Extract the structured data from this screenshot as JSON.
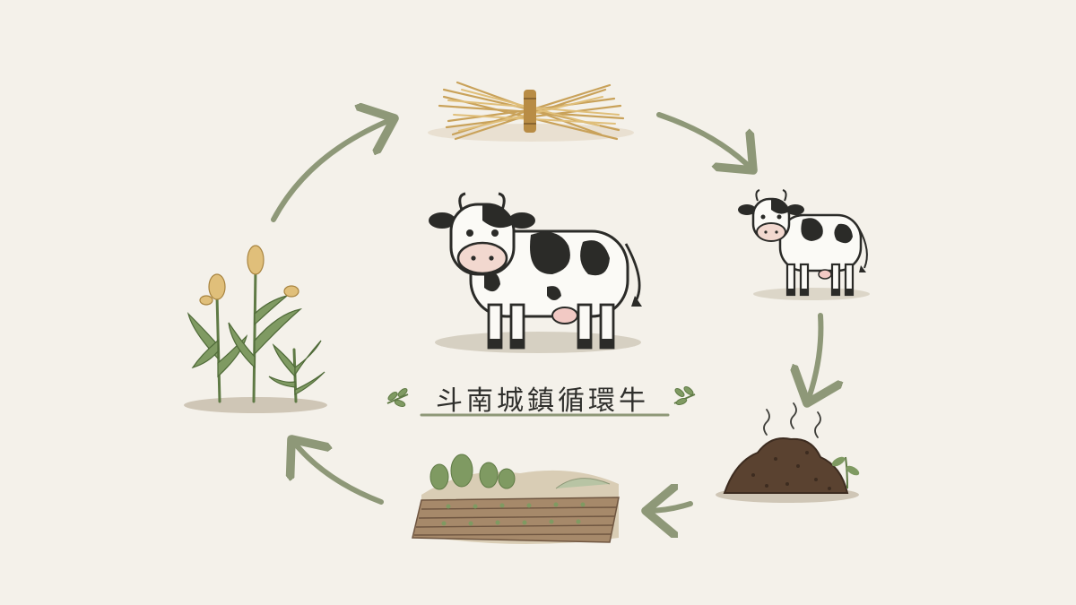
{
  "diagram": {
    "title": "斗南城鎮循環牛",
    "colors": {
      "background": "#f4f1ea",
      "arrow": "#8e9878",
      "ink": "#2b2b28",
      "straw": "#d9b36a",
      "soil": "#5a4230",
      "leaf": "#7f9a62"
    },
    "nodes": [
      {
        "id": "straw",
        "icon": "straw-bundle-icon"
      },
      {
        "id": "small-cow",
        "icon": "cow-icon"
      },
      {
        "id": "compost",
        "icon": "compost-heap-icon"
      },
      {
        "id": "farmland",
        "icon": "farmland-icon"
      },
      {
        "id": "crops",
        "icon": "crop-plants-icon"
      }
    ],
    "center": {
      "icon": "cow-icon"
    },
    "flow": [
      "straw",
      "small-cow",
      "compost",
      "farmland",
      "crops",
      "straw"
    ]
  }
}
